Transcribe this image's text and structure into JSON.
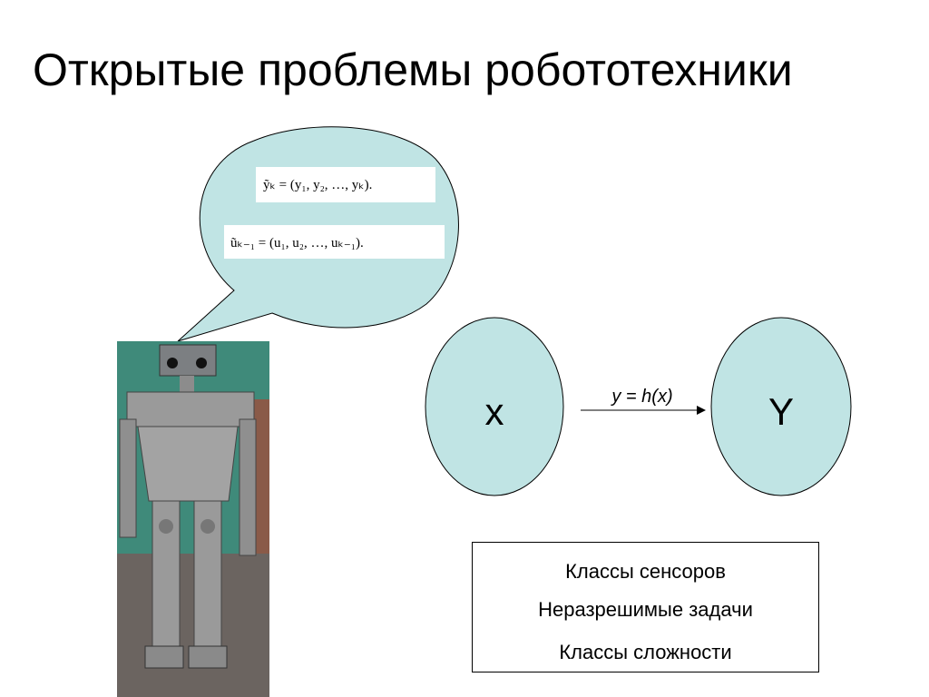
{
  "title": "Открытые проблемы робототехники",
  "bubble": {
    "formula_y": "ỹₖ = (y₁, y₂, …, yₖ).",
    "formula_u": "ũₖ₋₁ = (u₁, u₂, …, uₖ₋₁).",
    "fill": "#c0e4e4"
  },
  "mapping": {
    "left_label": "x",
    "right_label": "Y",
    "function_label": "y = h(x)",
    "fill": "#c0e4e4"
  },
  "topics": [
    "Классы сенсоров",
    "Неразрешимые задачи",
    "Классы сложности"
  ],
  "robot_image": {
    "subject": "humanoid-robot-photo",
    "background": "#3f8a7a"
  }
}
